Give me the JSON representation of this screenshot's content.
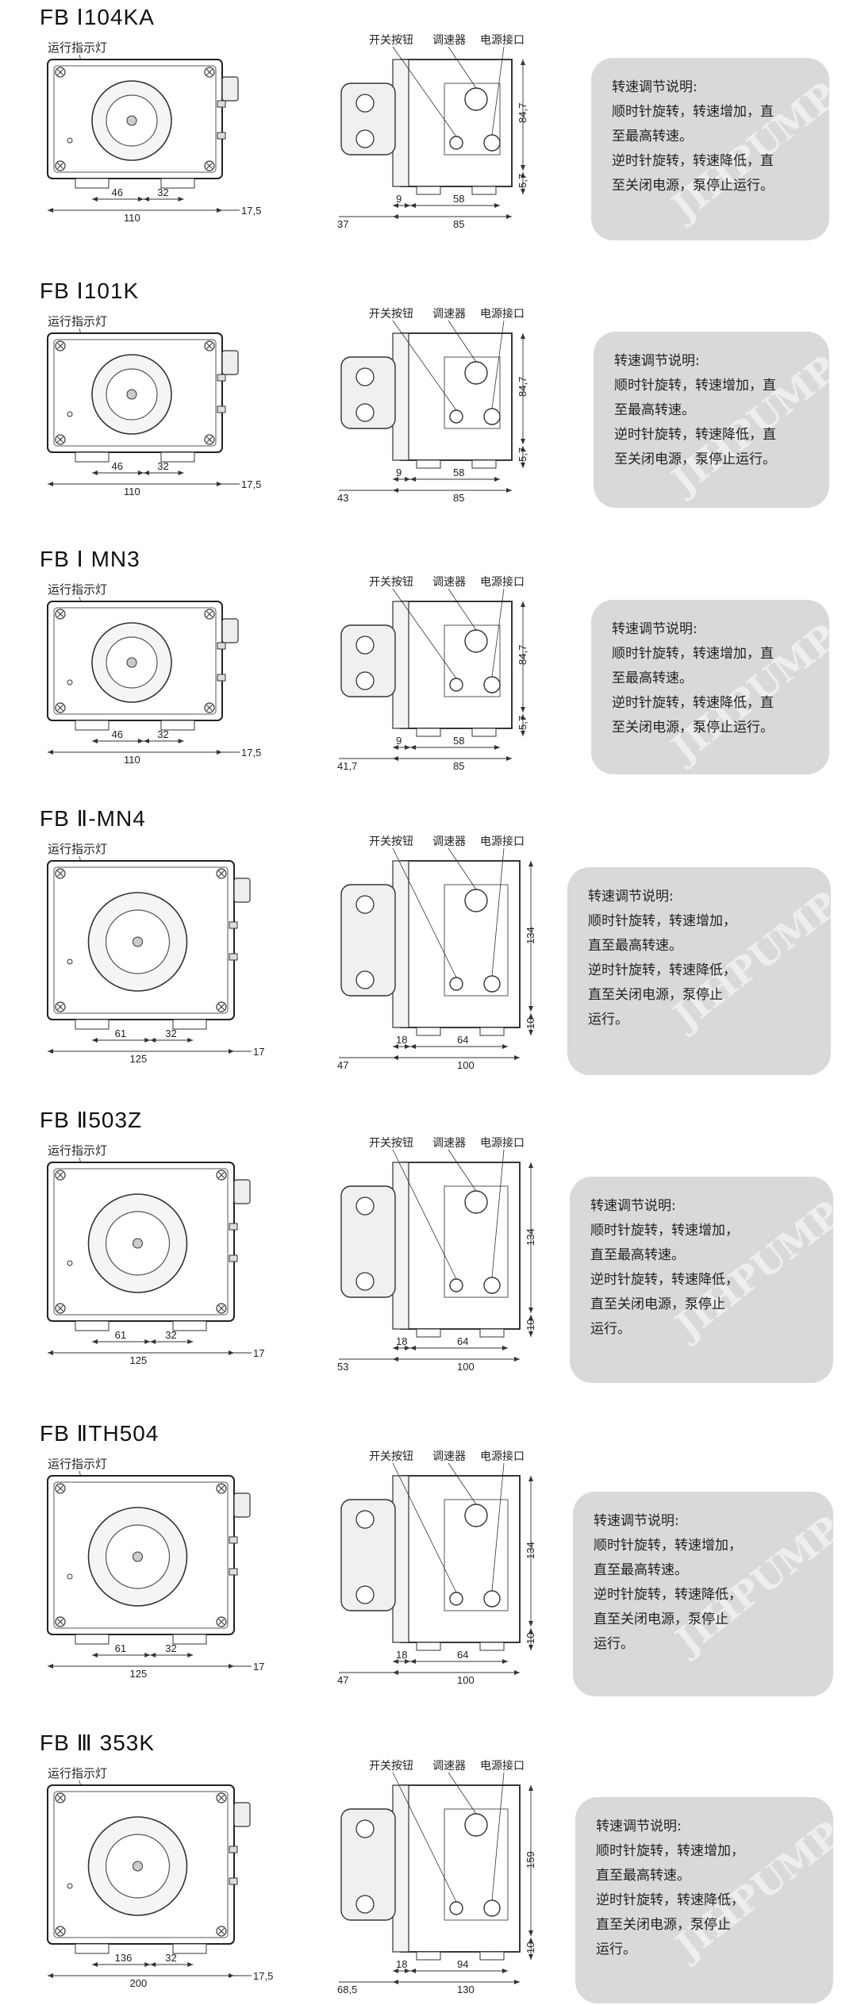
{
  "sections": [
    {
      "model": "FB Ⅰ104KA",
      "indicator": "运行指示灯",
      "labels": [
        "开关按钮",
        "调速器",
        "电源接口"
      ],
      "front_dims": [
        "46",
        "32",
        "110",
        "17,5"
      ],
      "side_dims": [
        "37",
        "9",
        "58",
        "85",
        "84,7",
        "5,7"
      ],
      "note_title": "转速调节说明:",
      "note_lines": [
        "顺时针旋转，转速增加，直",
        "至最高转速。",
        "逆时针旋转，转速降低，直",
        "至关闭电源，泵停止运行。"
      ]
    },
    {
      "model": "FB Ⅰ101K",
      "indicator": "运行指示灯",
      "labels": [
        "开关按钮",
        "调速器",
        "电源接口"
      ],
      "front_dims": [
        "46",
        "32",
        "110",
        "17,5"
      ],
      "side_dims": [
        "43",
        "9",
        "58",
        "85",
        "84,7",
        "5,7"
      ],
      "note_title": "转速调节说明:",
      "note_lines": [
        "顺时针旋转，转速增加，直",
        "至最高转速。",
        "逆时针旋转，转速降低，直",
        "至关闭电源，泵停止运行。"
      ]
    },
    {
      "model": "FB Ⅰ MN3",
      "indicator": "运行指示灯",
      "labels": [
        "开关按钮",
        "调速器",
        "电源接口"
      ],
      "front_dims": [
        "46",
        "32",
        "110",
        "17,5"
      ],
      "side_dims": [
        "41,7",
        "9",
        "58",
        "85",
        "84,7",
        "5,7"
      ],
      "note_title": "转速调节说明:",
      "note_lines": [
        "顺时针旋转，转速增加，直",
        "至最高转速。",
        "逆时针旋转，转速降低，直",
        "至关闭电源，泵停止运行。"
      ]
    },
    {
      "model": "FB Ⅱ-MN4",
      "indicator": "运行指示灯",
      "labels": [
        "开关按钮",
        "调速器",
        "电源接口"
      ],
      "front_dims": [
        "61",
        "32",
        "125",
        "17"
      ],
      "side_dims": [
        "47",
        "18",
        "64",
        "100",
        "134",
        "10"
      ],
      "note_title": "转速调节说明:",
      "note_lines": [
        "顺时针旋转，转速增加，",
        "直至最高转速。",
        "逆时针旋转，转速降低，",
        "直至关闭电源，泵停止",
        "运行。"
      ]
    },
    {
      "model": "FB Ⅱ503Z",
      "indicator": "运行指示灯",
      "labels": [
        "开关按钮",
        "调速器",
        "电源接口"
      ],
      "front_dims": [
        "61",
        "32",
        "125",
        "17"
      ],
      "side_dims": [
        "53",
        "18",
        "64",
        "100",
        "134",
        "10"
      ],
      "note_title": "转速调节说明:",
      "note_lines": [
        "顺时针旋转，转速增加，",
        "直至最高转速。",
        "逆时针旋转，转速降低，",
        "直至关闭电源，泵停止",
        "运行。"
      ]
    },
    {
      "model": "FB ⅡTH504",
      "indicator": "运行指示灯",
      "labels": [
        "开关按钮",
        "调速器",
        "电源接口"
      ],
      "front_dims": [
        "61",
        "32",
        "125",
        "17"
      ],
      "side_dims": [
        "47",
        "18",
        "64",
        "100",
        "134",
        "10"
      ],
      "note_title": "转速调节说明:",
      "note_lines": [
        "顺时针旋转，转速增加，",
        "直至最高转速。",
        "逆时针旋转，转速降低，",
        "直至关闭电源，泵停止",
        "运行。"
      ]
    },
    {
      "model": "FB Ⅲ 353K",
      "indicator": "运行指示灯",
      "labels": [
        "开关按钮",
        "调速器",
        "电源接口"
      ],
      "front_dims": [
        "136",
        "32",
        "200",
        "17,5"
      ],
      "side_dims": [
        "68,5",
        "18",
        "94",
        "130",
        "159",
        "10"
      ],
      "note_title": "转速调节说明:",
      "note_lines": [
        "顺时针旋转，转速增加，",
        "直至最高转速。",
        "逆时针旋转，转速降低，",
        "直至关闭电源，泵停止",
        "运行。"
      ]
    }
  ],
  "watermark": "JIHPUMP"
}
